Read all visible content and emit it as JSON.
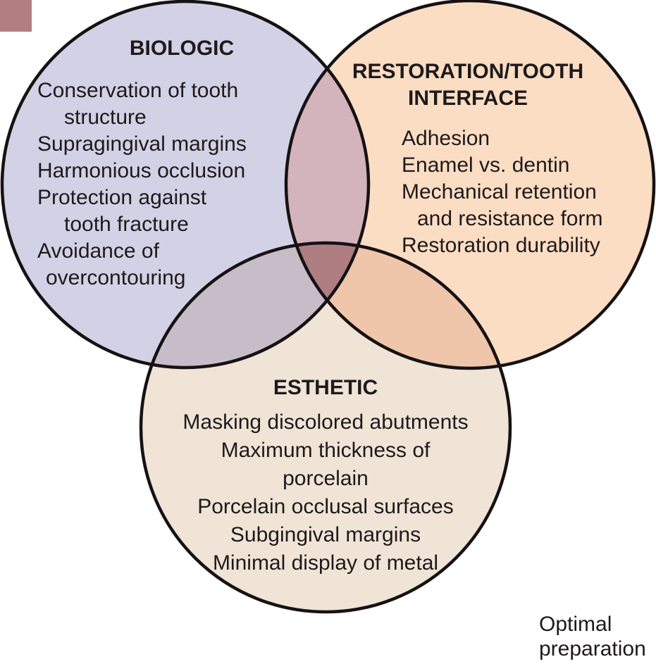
{
  "page": {
    "background": "#ffffff"
  },
  "diagram": {
    "type": "three-circle-venn",
    "outline_color": "#161214",
    "text_color": "#1e1a1b",
    "sets": {
      "biologic": {
        "title": "BIOLOGIC",
        "fill": "#d3d1e6",
        "lines": [
          "Conservation of tooth",
          "structure",
          "Supragingival margins",
          "Harmonious occlusion",
          "Protection against",
          "tooth fracture",
          "Avoidance of",
          "overcontouring"
        ],
        "items": [
          "Conservation of tooth structure",
          "Supragingival margins",
          "Harmonious occlusion",
          "Protection against tooth fracture",
          "Avoidance of overcontouring"
        ]
      },
      "restoration": {
        "title_lines": [
          "RESTORATION/TOOTH",
          "INTERFACE"
        ],
        "title": "RESTORATION/TOOTH INTERFACE",
        "fill": "#fbddc3",
        "lines": [
          "Adhesion",
          "Enamel vs. dentin",
          "Mechanical retention",
          "and resistance form",
          "Restoration durability"
        ],
        "items": [
          "Adhesion",
          "Enamel vs. dentin",
          "Mechanical retention and resistance form",
          "Restoration durability"
        ]
      },
      "esthetic": {
        "title": "ESTHETIC",
        "fill": "#f0e4d6",
        "lines": [
          "Masking discolored abutments",
          "Maximum thickness of",
          "porcelain",
          "Porcelain occlusal surfaces",
          "Subgingival margins",
          "Minimal display of metal"
        ],
        "items": [
          "Masking discolored abutments",
          "Maximum thickness of porcelain",
          "Porcelain occlusal surfaces",
          "Subgingival margins",
          "Minimal display of metal"
        ]
      }
    },
    "overlaps": {
      "biologic_restoration": "#d4b4bc",
      "biologic_esthetic": "#c6bdc9",
      "restoration_esthetic": "#f0c6aa",
      "center": "#ae7e83"
    },
    "legend": {
      "swatch_color": "#b27e80",
      "label": "Optimal preparation",
      "lines": [
        "Optimal",
        "preparation"
      ]
    }
  }
}
